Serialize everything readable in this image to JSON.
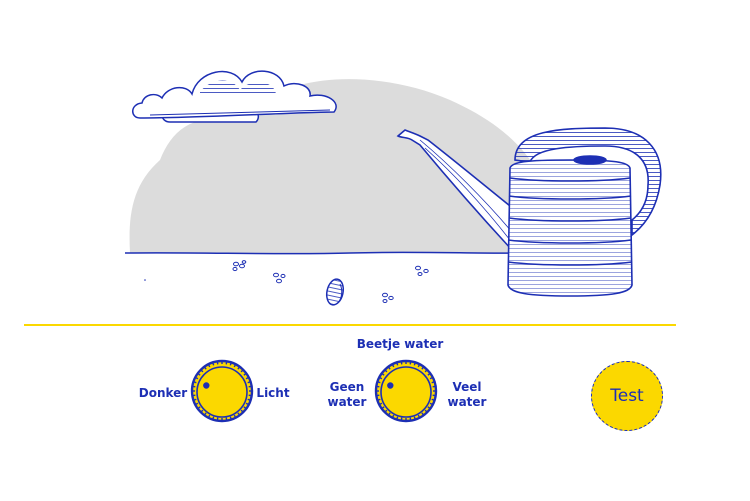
{
  "colors": {
    "brand_blue": "#1d2fb4",
    "accent_yellow": "#fbd800",
    "hill_gray": "#dcdcdc",
    "background": "#ffffff"
  },
  "controls": {
    "light": {
      "left_label": "Donker",
      "right_label": "Licht",
      "level": 0.25
    },
    "water": {
      "top_label": "Beetje water",
      "left_label_line1": "Geen",
      "left_label_line2": "water",
      "right_label_line1": "Veel",
      "right_label_line2": "water",
      "level": 0.25
    },
    "test_button": {
      "label": "Test"
    }
  },
  "icons": [
    "cloud-icon",
    "watering-can-icon",
    "seed-icon",
    "dial-knob-icon"
  ]
}
